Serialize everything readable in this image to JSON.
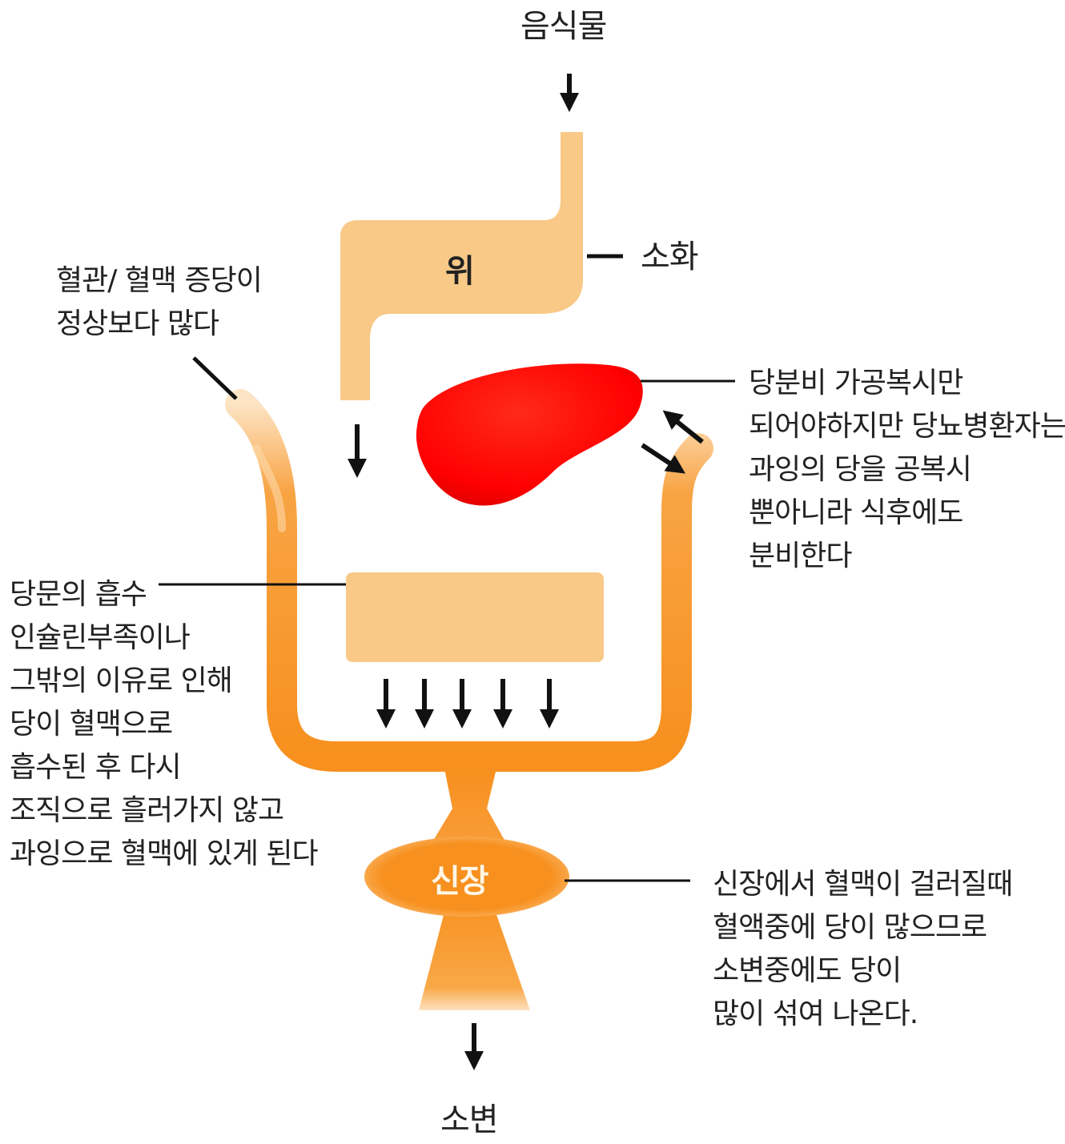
{
  "labels": {
    "food": "음식물",
    "stomach": "위",
    "digestion": "소화",
    "blood_vessel": [
      "혈관/ 혈맥 증당이",
      "정상보다 많다"
    ],
    "pancreas": [
      "당분비 가공복시만",
      "되어야하지만 당뇨병환자는",
      "과잉의 당을 공복시",
      "뿐아니라 식후에도",
      "분비한다"
    ],
    "absorption": [
      "당문의 흡수",
      "인슐린부족이나",
      "그밖의 이유로 인해",
      "당이 혈맥으로",
      "흡수된 후 다시",
      "조직으로 흘러가지 않고",
      "과잉으로 혈맥에 있게 된다"
    ],
    "kidney": "신장",
    "kidney_note": [
      "신장에서 혈맥이 걸러질때",
      "혈액중에 당이 많으므로",
      "소변중에도 당이",
      "많이 섞여 나온다."
    ],
    "urine": "소변"
  },
  "colors": {
    "stomach": "#f9c987",
    "intestine": "#f9c987",
    "vessel_orange": "#f7901e",
    "vessel_light": "#fdd9a8",
    "pancreas": "#ff0000",
    "kidney": "#f7901e",
    "arrow": "#111111",
    "text": "#222222"
  },
  "icons": {
    "arrows": "down-arrow-icon"
  }
}
